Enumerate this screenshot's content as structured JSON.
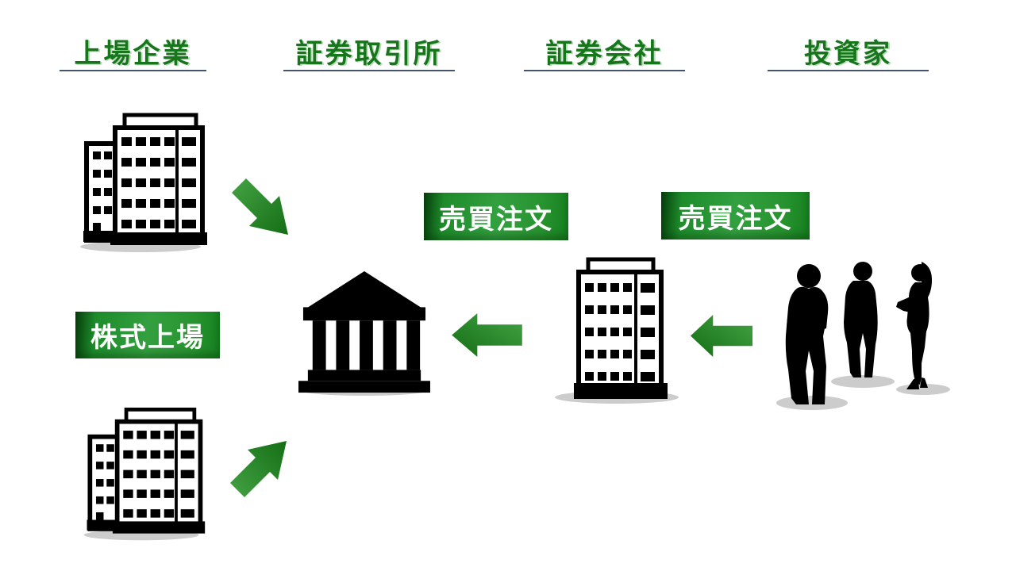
{
  "diagram": {
    "background": "#ffffff",
    "columns": [
      {
        "label": "上場企業"
      },
      {
        "label": "証券取引所"
      },
      {
        "label": "証券会社"
      },
      {
        "label": "投資家"
      }
    ],
    "badges": [
      {
        "label": "株式上場"
      },
      {
        "label": "売買注文"
      },
      {
        "label": "売買注文"
      }
    ],
    "icons": {
      "listed_company_top": "office-building-icon",
      "listed_company_bottom": "office-building-icon",
      "stock_exchange": "bank-icon",
      "securities_firm": "office-tower-icon",
      "investors": "business-people-silhouettes-icon",
      "flow_arrows": "green-arrow-icon"
    },
    "colors": {
      "header_text": "#17751c",
      "header_underline": "#44546a",
      "badge_text": "#ffffff",
      "badge_green_dark": "#063f0c",
      "badge_green_light": "#33a040",
      "arrow_green_light": "#44a344",
      "arrow_green_dark": "#156e15",
      "silhouette_black": "#000000",
      "shadow_gray": "#cccccc"
    }
  }
}
